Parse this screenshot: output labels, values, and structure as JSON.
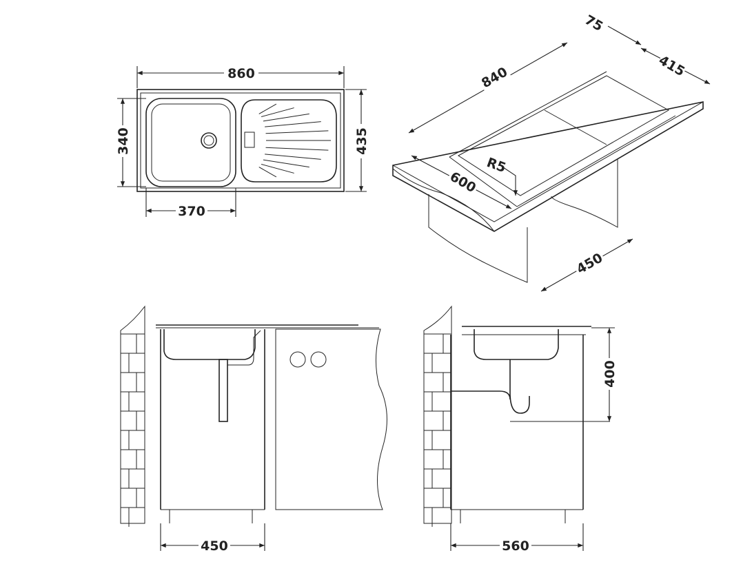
{
  "top_view": {
    "width_overall": "860",
    "height_overall": "435",
    "bowl_height": "340",
    "bowl_width": "370"
  },
  "iso_view": {
    "cutout_length": "840",
    "edge_offset": "75",
    "drainer_width": "415",
    "corner_radius": "R5",
    "worktop_depth": "600",
    "cabinet_width": "450"
  },
  "front_view": {
    "cabinet_width": "450"
  },
  "side_view": {
    "cabinet_depth": "560",
    "drain_height": "400"
  }
}
